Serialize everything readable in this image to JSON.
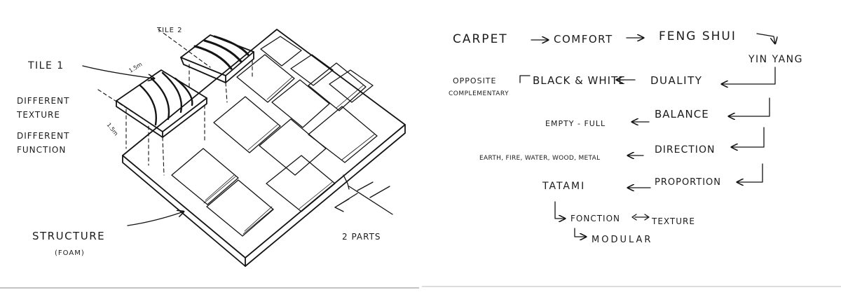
{
  "left_sketch": {
    "tile1_label": "TILE 1",
    "tile2_label": "TILE 2",
    "dim_label_1": "1.5m",
    "dim_label_2": "1.5m",
    "different_texture": [
      "DIFFERENT",
      "TEXTURE"
    ],
    "different_function": [
      "DIFFERENT",
      "FUNCTION"
    ],
    "structure_label": "STRUCTURE",
    "structure_sub": "(FOAM)",
    "parts_label": "2 PARTS"
  },
  "mindmap": {
    "carpet": "CARPET",
    "comfort": "COMFORT",
    "feng_shui": "FENG SHUI",
    "yin_yang": "YIN YANG",
    "duality": "DUALITY",
    "black_white": "BLACK & WHITE",
    "opposite": "OPPOSITE",
    "complementary": "COMPLEMENTARY",
    "balance": "BALANCE",
    "empty_full": "EMPTY - FULL",
    "direction": "DIRECTION",
    "elements": "EARTH, FIRE, WATER, WOOD, METAL",
    "proportion": "PROPORTION",
    "tatami": "TATAMI",
    "fonction": "FONCTION",
    "texture": "TEXTURE",
    "modular": "MODULAR"
  },
  "colors": {
    "ink": "#141414",
    "paper": "#ffffff"
  }
}
